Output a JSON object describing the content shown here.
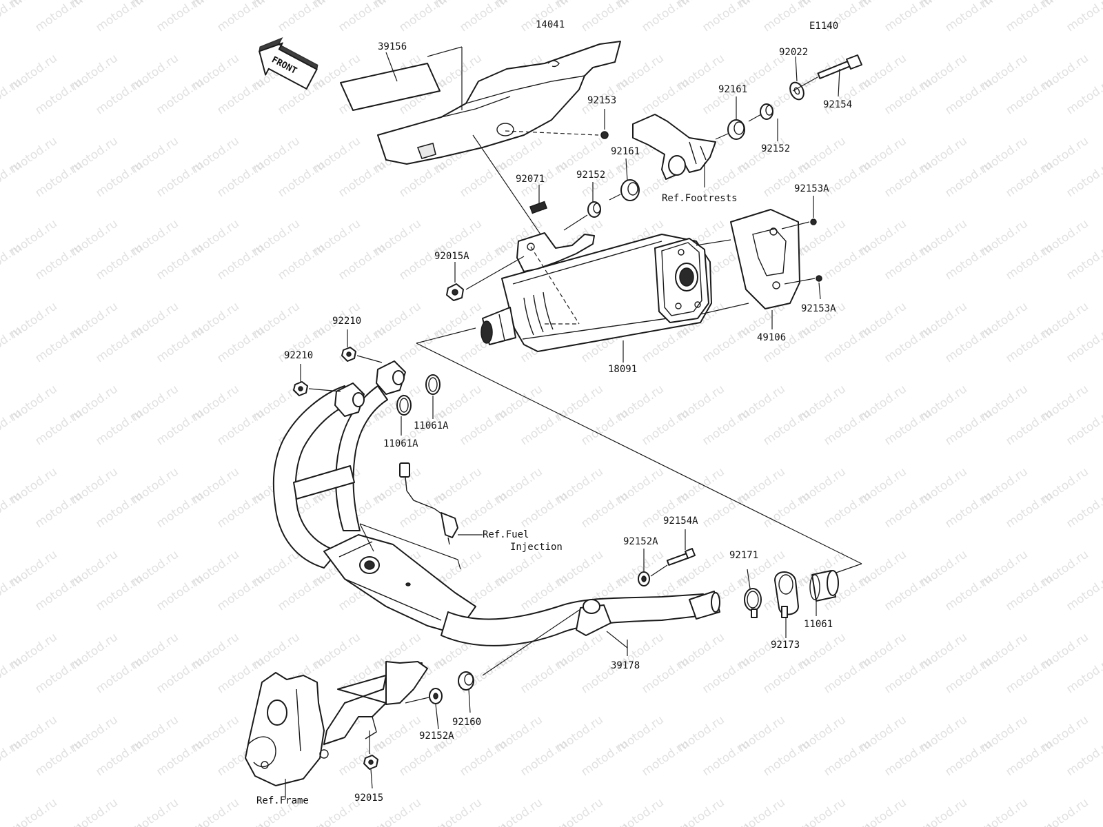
{
  "diagram_code": "E1140",
  "watermark": "motod.ru",
  "front_arrow": "FRONT",
  "labels": {
    "p14041": "14041",
    "p39156": "39156",
    "p92022": "92022",
    "p92154": "92154",
    "p92161a": "92161",
    "p92161b": "92161",
    "p92153": "92153",
    "p92152a": "92152",
    "p92152b": "92152",
    "p92071": "92071",
    "ref_footrests": "Ref.Footrests",
    "p92153A_top": "92153A",
    "p92153A_bot": "92153A",
    "p92015A": "92015A",
    "p49106": "49106",
    "p18091": "18091",
    "p92210a": "92210",
    "p92210b": "92210",
    "p11061A_a": "11061A",
    "p11061A_b": "11061A",
    "ref_fuel_1": "Ref.Fuel",
    "ref_fuel_2": "Injection",
    "p92154A": "92154A",
    "p92152A_top": "92152A",
    "p92171": "92171",
    "p92173": "92173",
    "p11061": "11061",
    "p39178": "39178",
    "p92160": "92160",
    "p92152A_bot": "92152A",
    "p92015": "92015",
    "ref_frame": "Ref.Frame"
  }
}
